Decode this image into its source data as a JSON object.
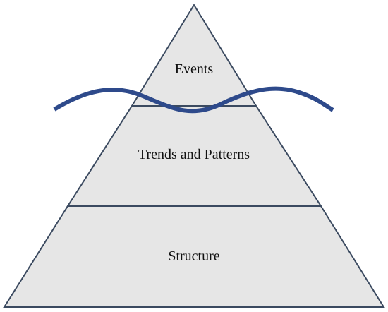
{
  "diagram": {
    "type": "iceberg-pyramid",
    "layers": [
      {
        "label": "Events"
      },
      {
        "label": "Trends and Patterns"
      },
      {
        "label": "Structure"
      }
    ],
    "colors": {
      "fill": "#e6e6e6",
      "outline": "#3b4a60",
      "waterline": "#2e4a8b",
      "text": "#111111"
    }
  }
}
